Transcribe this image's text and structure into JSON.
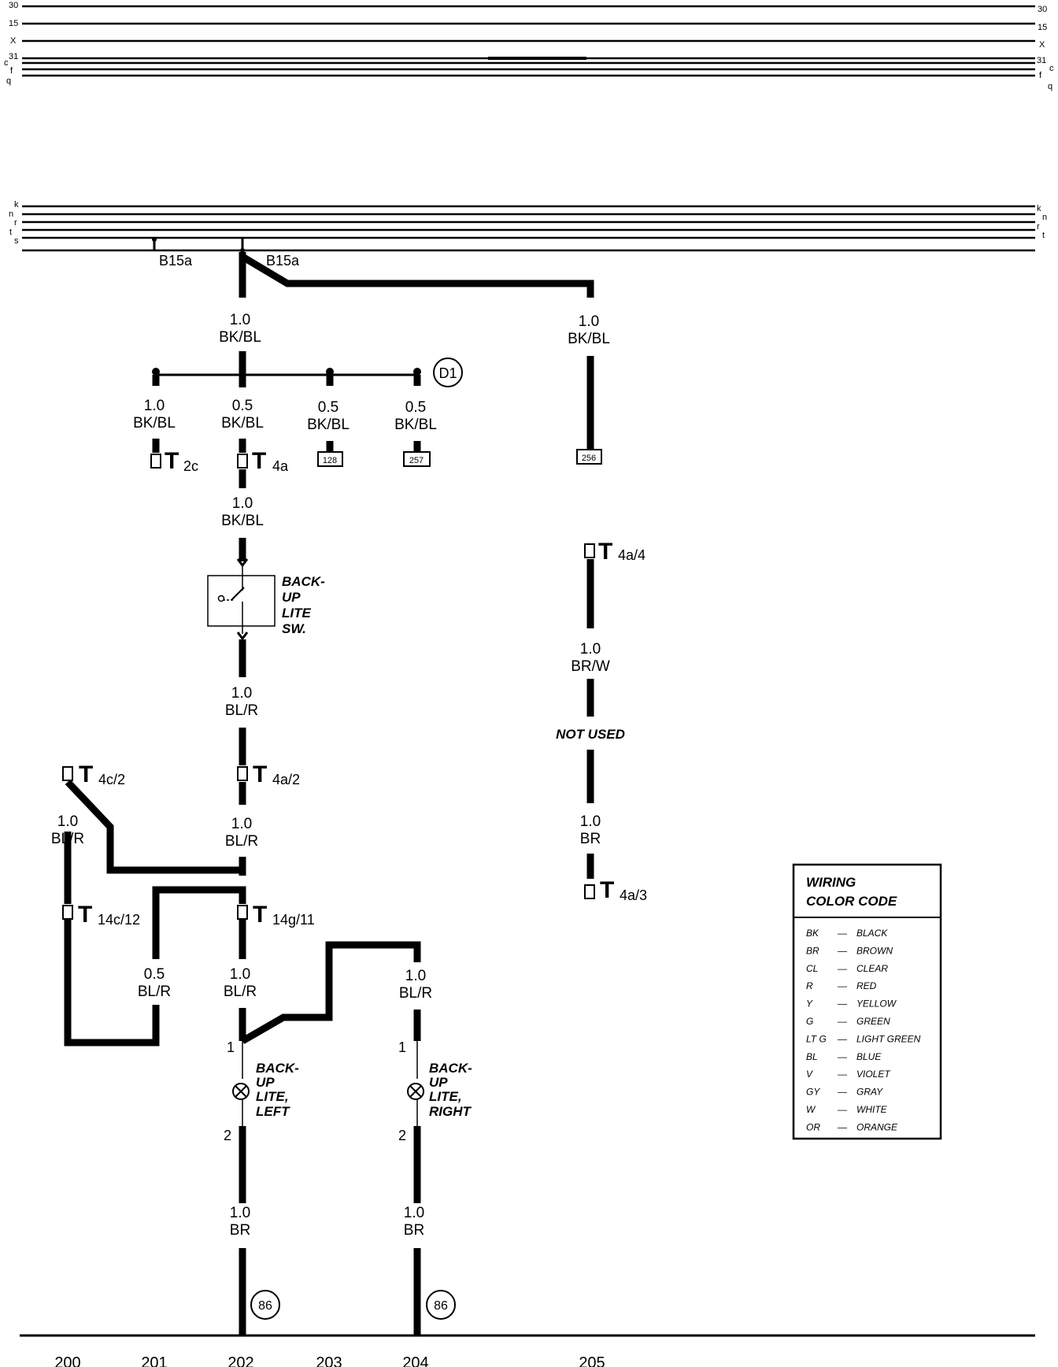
{
  "top_bus": {
    "left_labels": [
      "30",
      "15",
      "X",
      "31",
      "c",
      "f",
      "q"
    ],
    "right_labels": [
      "30",
      "15",
      "X",
      "31",
      "c",
      "f",
      "q"
    ]
  },
  "mid_bus": {
    "left_labels": [
      "k",
      "n",
      "r",
      "t",
      "s"
    ],
    "right_labels": [
      "k",
      "n",
      "r",
      "t"
    ]
  },
  "splices": [
    "B15a",
    "B15a"
  ],
  "wires": {
    "main_feed": {
      "size": "1.0",
      "color": "BK/BL"
    },
    "right_feed": {
      "size": "1.0",
      "color": "BK/BL"
    },
    "branch_t2c": {
      "size": "1.0",
      "color": "BK/BL"
    },
    "branch_t4a": {
      "size": "0.5",
      "color": "BK/BL"
    },
    "branch_128": {
      "size": "0.5",
      "color": "BK/BL"
    },
    "branch_257": {
      "size": "0.5",
      "color": "BK/BL"
    },
    "to_switch": {
      "size": "1.0",
      "color": "BK/BL"
    },
    "from_switch": {
      "size": "1.0",
      "color": "BL/R"
    },
    "left_vertical": {
      "size": "1.0",
      "color": "BL/R"
    },
    "center_after_t4a2": {
      "size": "1.0",
      "color": "BL/R"
    },
    "jumper": {
      "size": "0.5",
      "color": "BL/R"
    },
    "center_after_t14g": {
      "size": "1.0",
      "color": "BL/R"
    },
    "right_lamp_feed": {
      "size": "1.0",
      "color": "BL/R"
    },
    "t4a4_wire": {
      "size": "1.0",
      "color": "BR/W"
    },
    "t4a3_wire": {
      "size": "1.0",
      "color": "BR"
    },
    "ground_left": {
      "size": "1.0",
      "color": "BR"
    },
    "ground_right": {
      "size": "1.0",
      "color": "BR"
    }
  },
  "ground_point": "D1",
  "ground_connections": [
    "86",
    "86"
  ],
  "references": [
    "128",
    "257",
    "256"
  ],
  "connectors": {
    "t2c": {
      "main": "T",
      "sub": "2c"
    },
    "t4a": {
      "main": "T",
      "sub": "4a"
    },
    "t4a4": {
      "main": "T",
      "sub": "4a/4"
    },
    "t4c2": {
      "main": "T",
      "sub": "4c/2"
    },
    "t4a2": {
      "main": "T",
      "sub": "4a/2"
    },
    "t4a3": {
      "main": "T",
      "sub": "4a/3"
    },
    "t14c12": {
      "main": "T",
      "sub": "14c/12"
    },
    "t14g11": {
      "main": "T",
      "sub": "14g/11"
    }
  },
  "components": {
    "switch": [
      "BACK-",
      "UP",
      "LITE",
      "SW."
    ],
    "lamp_left": [
      "BACK-",
      "UP",
      "LITE,",
      "LEFT"
    ],
    "lamp_right": [
      "BACK-",
      "UP",
      "LITE,",
      "RIGHT"
    ],
    "pin1": "1",
    "pin2": "2"
  },
  "not_used": "NOT USED",
  "legend": {
    "title_line1": "WIRING",
    "title_line2": "COLOR CODE",
    "rows": [
      {
        "code": "BK",
        "name": "BLACK"
      },
      {
        "code": "BR",
        "name": "BROWN"
      },
      {
        "code": "CL",
        "name": "CLEAR"
      },
      {
        "code": "R",
        "name": "RED"
      },
      {
        "code": "Y",
        "name": "YELLOW"
      },
      {
        "code": "G",
        "name": "GREEN"
      },
      {
        "code": "LT G",
        "name": "LIGHT GREEN"
      },
      {
        "code": "BL",
        "name": "BLUE"
      },
      {
        "code": "V",
        "name": "VIOLET"
      },
      {
        "code": "GY",
        "name": "GRAY"
      },
      {
        "code": "W",
        "name": "WHITE"
      },
      {
        "code": "OR",
        "name": "ORANGE"
      }
    ]
  },
  "current_track": [
    "200",
    "201",
    "202",
    "203",
    "204",
    "205"
  ]
}
